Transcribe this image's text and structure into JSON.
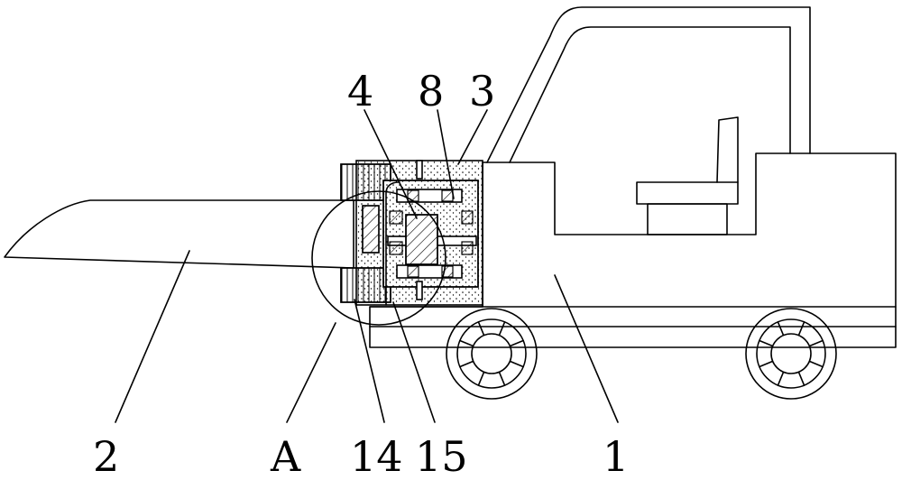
{
  "labels": {
    "l4": "4",
    "l8": "8",
    "l3": "3",
    "l2": "2",
    "lA": "A",
    "l14": "14",
    "l15": "15",
    "l1": "1"
  }
}
